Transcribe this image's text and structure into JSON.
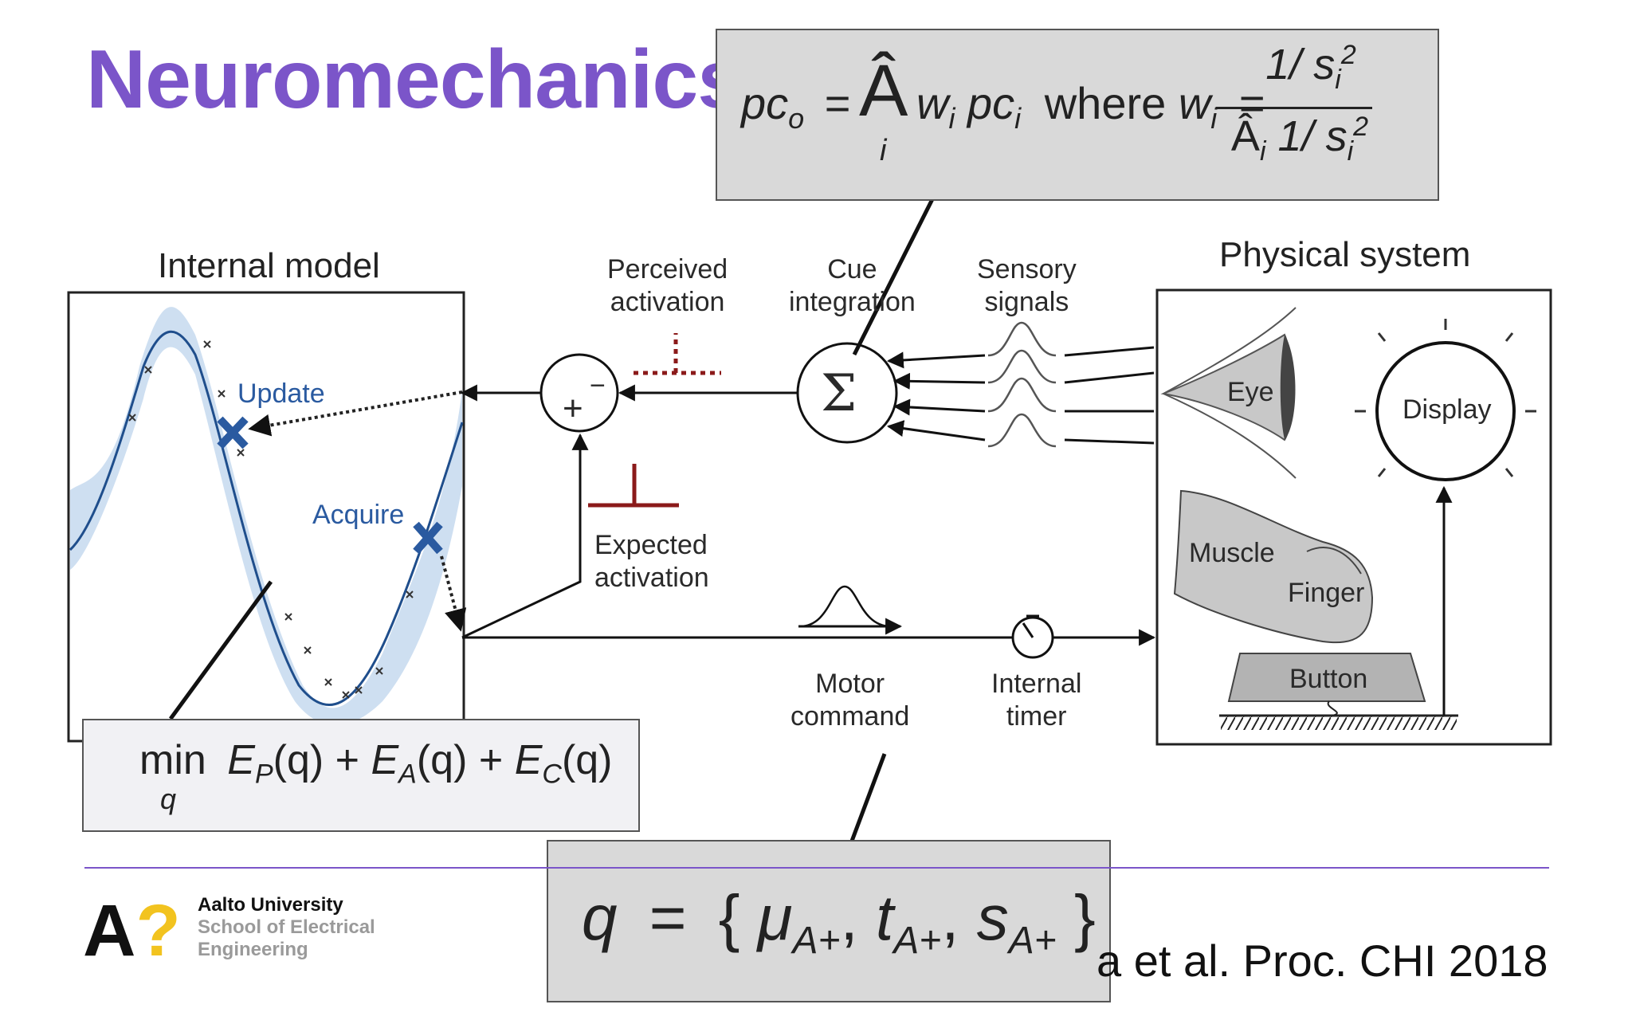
{
  "slide": {
    "title": "Neuromechanics"
  },
  "diagram": {
    "internal_model": {
      "title": "Internal model",
      "update_label": "Update",
      "acquire_label": "Acquire"
    },
    "physical_system": {
      "title": "Physical system",
      "eye_label": "Eye",
      "display_label": "Display",
      "muscle_label": "Muscle",
      "finger_label": "Finger",
      "button_label": "Button"
    },
    "perceived_activation": "Perceived\nactivation",
    "cue_integration": "Cue\nintegration",
    "sensory_signals": "Sensory\nsignals",
    "expected_activation": "Expected\nactivation",
    "motor_command": "Motor\ncommand",
    "internal_timer": "Internal\ntimer",
    "sum_symbol": "Σ",
    "plus_sign": "+",
    "minus_sign": "−"
  },
  "formulas": {
    "cue": {
      "lhs": "pc",
      "lhs_sub": "o",
      "eq": "=",
      "sum_sym": "Â",
      "sum_idx": "i",
      "term_w": "w",
      "term_w_sub": "i",
      "term_pc": "pc",
      "term_pc_sub": "i",
      "where": "where",
      "w": "w",
      "w_sub": "i",
      "eq2": "=",
      "num": "1/ s",
      "num_sub": "i",
      "num_sup": "2",
      "den_sym": "Â",
      "den_sub": "i",
      "den_rest": "1/ s",
      "den_rest_sub": "i",
      "den_rest_sup": "2"
    },
    "objective": {
      "min": "min",
      "min_sub": "q",
      "e": "E",
      "p": "P",
      "a": "A",
      "c": "C",
      "arg": "(q)",
      "plus": "+"
    },
    "params": {
      "text_q": "q",
      "eq": "=",
      "open": "{",
      "mu": "μ",
      "t": "t",
      "s": "s",
      "sub": "A+",
      "comma": ",",
      "close": "}"
    }
  },
  "footer": {
    "university": "Aalto University",
    "school_line1": "School of Electrical",
    "school_line2": "Engineering",
    "logo_a": "A",
    "logo_q": "?",
    "citation": "a et al. Proc. CHI 2018"
  },
  "colors": {
    "title": "#7b55c9",
    "model_curve": "#1f4e8c",
    "model_band": "#c9dcef",
    "marker": "#2a5aa0",
    "dark_red": "#8b1a1a",
    "logo_yellow": "#f2c31f",
    "logo_gray": "#9a9a9a"
  }
}
